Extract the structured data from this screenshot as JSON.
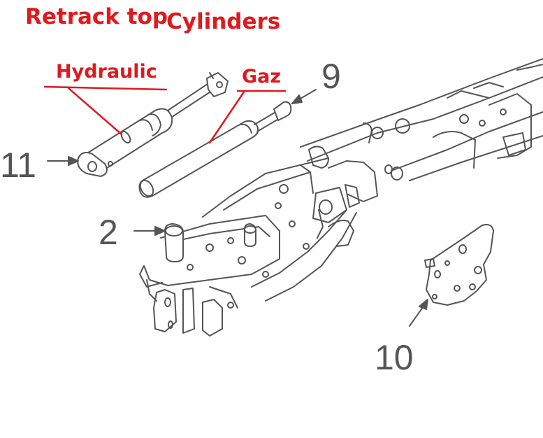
{
  "title": {
    "line1": "Retrack top",
    "line2": "Cylinders"
  },
  "annotations": {
    "hydraulic": "Hydraulic",
    "gaz": "Gaz"
  },
  "callouts": {
    "n9": "9",
    "n11": "11",
    "n2": "2",
    "n10": "10"
  },
  "colors": {
    "annotation_red": "#e0191e",
    "line_art": "#555555",
    "callout_gray": "#555555"
  }
}
